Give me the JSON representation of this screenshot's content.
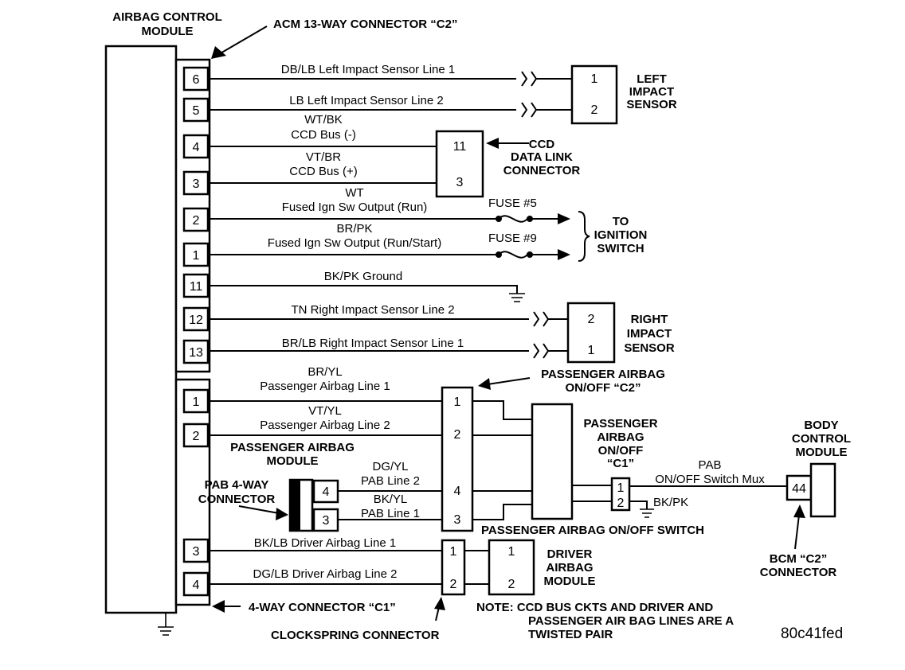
{
  "modules": {
    "acm_title": [
      "AIRBAG CONTROL",
      "MODULE"
    ],
    "acm_connector_c2": "ACM 13-WAY CONNECTOR “C2”",
    "left_impact_sensor": [
      "LEFT",
      "IMPACT",
      "SENSOR"
    ],
    "ccd_connector": [
      "CCD",
      "DATA LINK",
      "CONNECTOR"
    ],
    "to_ignition_switch": [
      "TO",
      "IGNITION",
      "SWITCH"
    ],
    "right_impact_sensor": [
      "RIGHT",
      "IMPACT",
      "SENSOR"
    ],
    "pab_onoff_c2": [
      "PASSENGER AIRBAG",
      "ON/OFF “C2”"
    ],
    "pab_onoff_c1": [
      "PASSENGER",
      "AIRBAG",
      "ON/OFF",
      "“C1”"
    ],
    "body_control_module": [
      "BODY",
      "CONTROL",
      "MODULE"
    ],
    "passenger_airbag_module": [
      "PASSENGER AIRBAG",
      "MODULE"
    ],
    "pab_4way_connector": [
      "PAB 4-WAY",
      "CONNECTOR"
    ],
    "pab_onoff_switch": "PASSENGER AIRBAG ON/OFF SWITCH",
    "driver_airbag_module": [
      "DRIVER",
      "AIRBAG",
      "MODULE"
    ],
    "bcm_c2_connector": [
      "BCM “C2”",
      "CONNECTOR"
    ],
    "four_way_c1": "4-WAY CONNECTOR “C1”",
    "clockspring_connector": "CLOCKSPRING CONNECTOR",
    "note": [
      "NOTE:  CCD BUS CKTS AND DRIVER AND",
      "PASSENGER AIR BAG LINES ARE A",
      "TWISTED PAIR"
    ],
    "figure_id": "80c41fed"
  },
  "acm_c2_pins": [
    "6",
    "5",
    "4",
    "3",
    "2",
    "1",
    "11",
    "12",
    "13"
  ],
  "acm_c1_pins": [
    "1",
    "2",
    "3",
    "4"
  ],
  "wires": {
    "w6": [
      "DB/LB  Left Impact Sensor Line 1"
    ],
    "w5": [
      "LB  Left Impact Sensor Line 2"
    ],
    "w4": [
      "WT/BK",
      "CCD Bus (-)"
    ],
    "w3": [
      "VT/BR",
      "CCD Bus (+)"
    ],
    "w2": [
      "WT",
      "Fused Ign Sw Output (Run)"
    ],
    "w1": [
      "BR/PK",
      "Fused Ign Sw Output (Run/Start)"
    ],
    "w11": [
      "BK/PK  Ground"
    ],
    "w12": [
      "TN  Right Impact Sensor Line 2"
    ],
    "w13": [
      "BR/LB  Right Impact Sensor Line 1"
    ],
    "pab1": [
      "BR/YL",
      "Passenger Airbag Line 1"
    ],
    "pab2": [
      "VT/YL",
      "Passenger Airbag Line 2"
    ],
    "pab_l2": [
      "DG/YL",
      "PAB Line 2"
    ],
    "pab_l1": [
      "BK/YL",
      "PAB Line 1"
    ],
    "drv1": [
      "BK/LB  Driver Airbag Line 1"
    ],
    "drv2": [
      "DG/LB  Driver Airbag Line 2"
    ],
    "mux": [
      "PAB",
      "ON/OFF Switch Mux"
    ],
    "sw_gnd": "BK/PK"
  },
  "fuses": [
    "FUSE #5",
    "FUSE #9"
  ],
  "component_pins": {
    "left_sensor": [
      "1",
      "2"
    ],
    "ccd": [
      "11",
      "3"
    ],
    "right_sensor": [
      "2",
      "1"
    ],
    "pab_c2": [
      "1",
      "2",
      "4",
      "3"
    ],
    "pab_4way": [
      "4",
      "3"
    ],
    "pab_c1": [
      "1",
      "2"
    ],
    "bcm": "44",
    "clockspring": [
      "1",
      "2"
    ],
    "driver_module": [
      "1",
      "2"
    ]
  }
}
